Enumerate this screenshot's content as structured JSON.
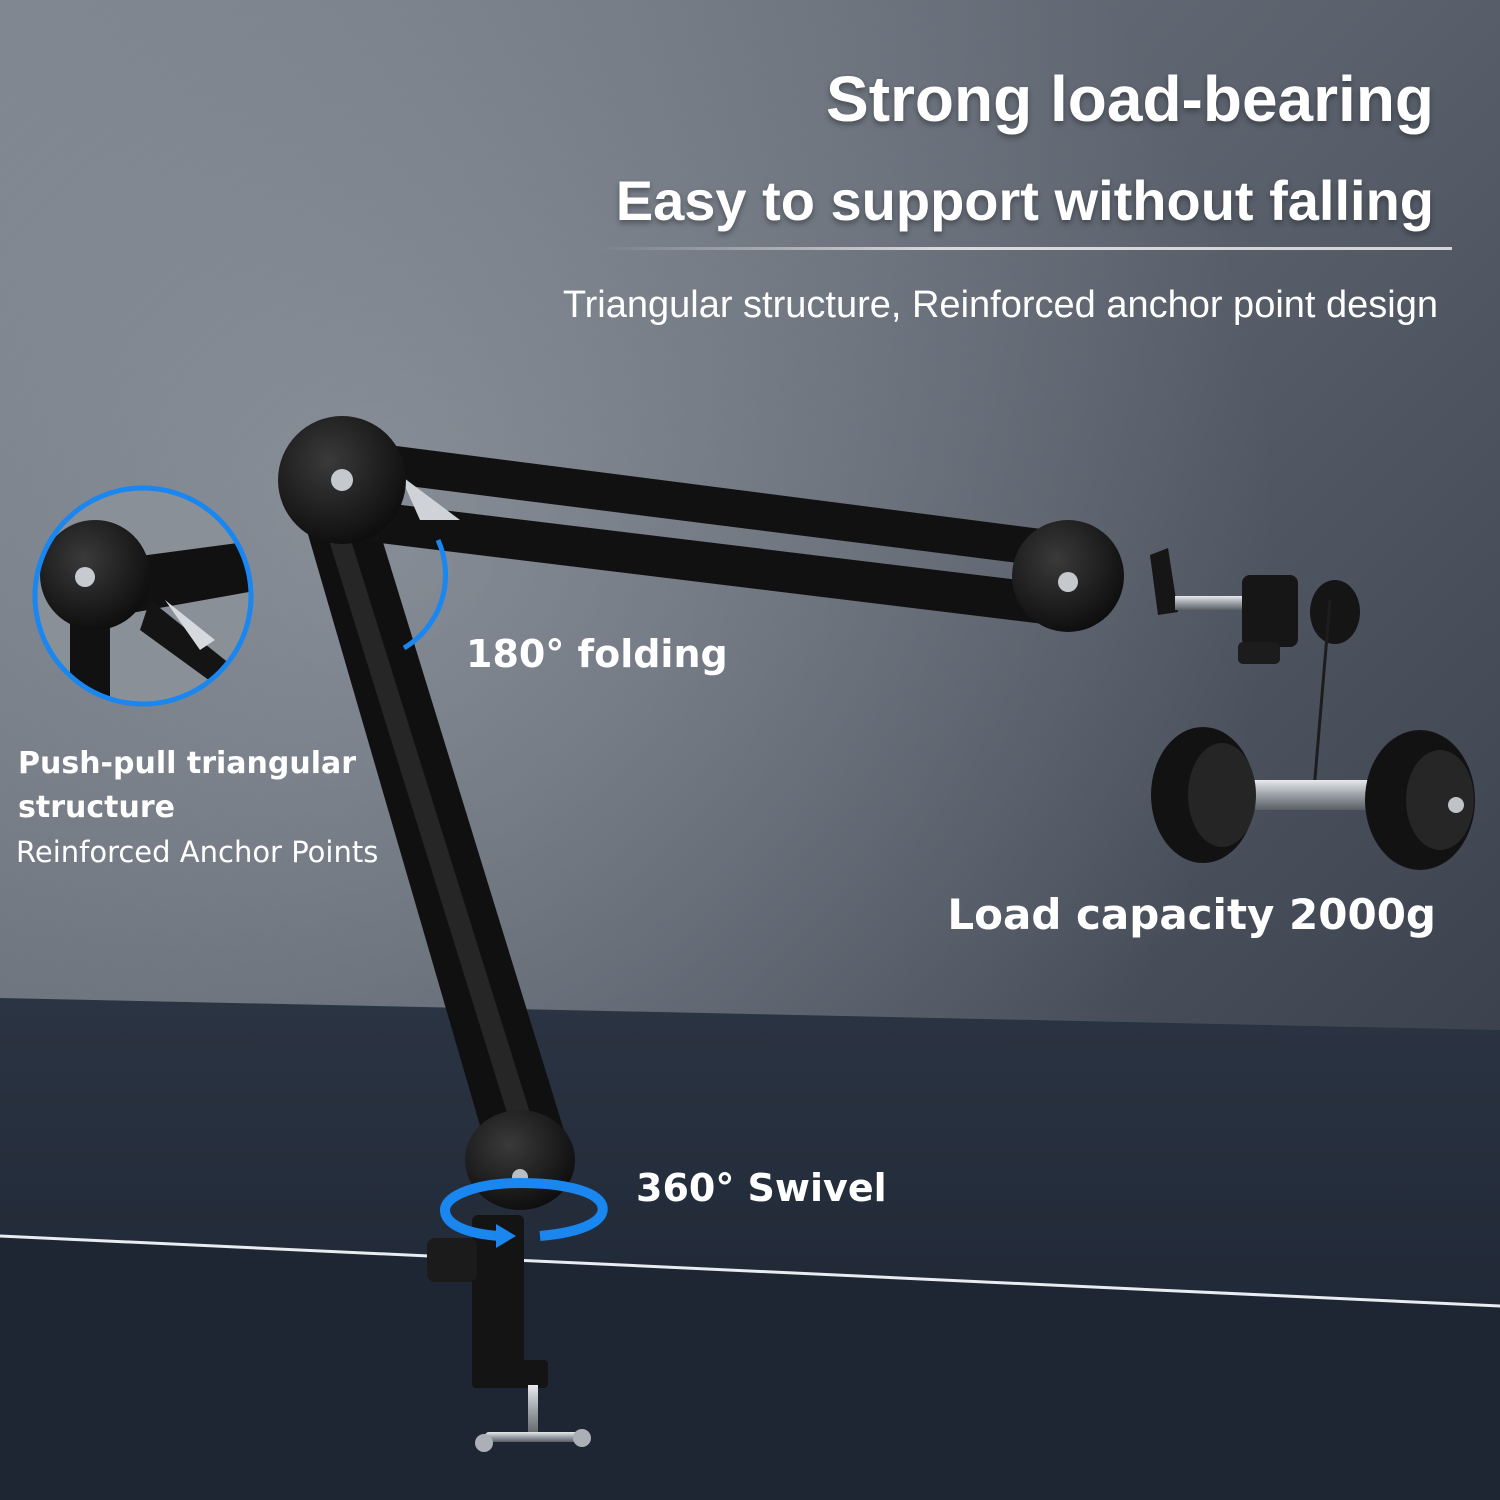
{
  "header": {
    "headline": "Strong load-bearing",
    "subheadline": "Easy to support without falling",
    "tagline": "Triangular structure, Reinforced anchor point design"
  },
  "callouts": {
    "folding": "180° folding",
    "push_pull": {
      "line1": "Push-pull triangular",
      "line2": "structure",
      "line3": "Reinforced Anchor Points"
    },
    "load_capacity": "Load capacity 2000g",
    "swivel": "360° Swivel"
  },
  "colors": {
    "accent_blue": "#1a86f0",
    "text": "#ffffff",
    "background_top": "#6f7682",
    "background_bottom": "#1f2735",
    "arm_black": "#111111"
  },
  "icons": [
    "rotate-arrow-icon",
    "fold-angle-arc-icon",
    "zoom-circle-icon"
  ]
}
